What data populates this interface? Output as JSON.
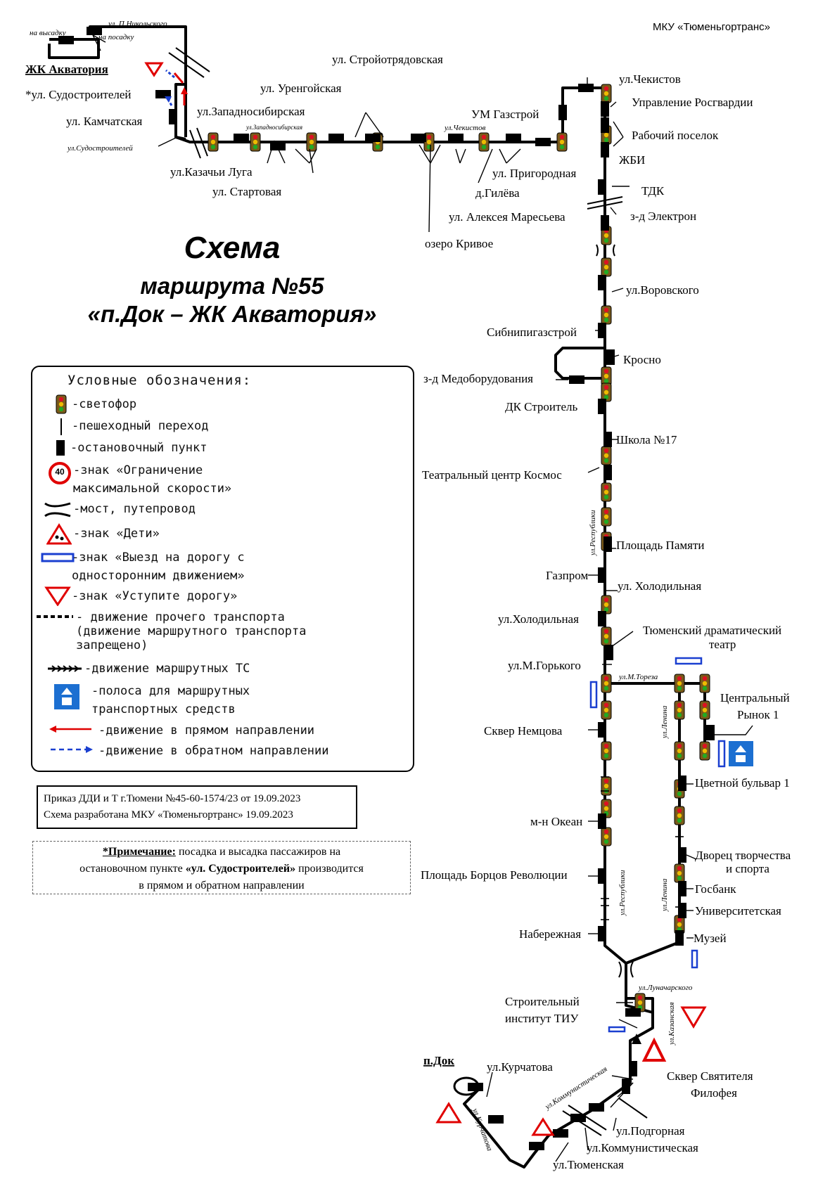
{
  "agency": "МКУ «Тюменьгортранс»",
  "title": {
    "line1": "Схема",
    "line2": "маршрута №55",
    "line3": "«п.Док – ЖК Акватория»"
  },
  "legend": {
    "heading": "Условные обозначения:",
    "items": [
      "-светофор",
      "-пешеходный переход",
      "-остановочный пункт",
      "-знак «Ограничение\nмаксимальной скорости»",
      "-мост, путепровод",
      "-знак «Дети»",
      "-знак «Выезд на дорогу с\nодносторонним движением»",
      "-знак «Уступите дорогу»",
      "- движение прочего транспорта\n(движение маршрутного транспорта\nзапрещено)",
      "-движение маршрутных ТС",
      "-полоса для маршрутных\nтранспортных средств",
      "-движение в прямом направлении",
      "-движение в обратном направлении"
    ],
    "speed_sign": "40"
  },
  "order": {
    "line1": "Приказ ДДИ и Т г.Тюмени №45-60-1574/23 от 19.09.2023",
    "line2": "Схема разработана МКУ «Тюменьгортранс» 19.09.2023"
  },
  "note": {
    "label": "*Примечание:",
    "text1": " посадка и высадка пассажиров на",
    "text2a": "остановочном пункте  ",
    "text2b": "«ул. Судостроителей»",
    "text2c": " производится",
    "text3": "в прямом и обратном направлении"
  },
  "top_left": {
    "terminal": "ЖК Акватория",
    "na_vysadku": "на высадку",
    "na_posadku": "на посадку",
    "nikolskogo": "ул. П.Никольского",
    "sudostroiteley_stop": "*ул. Судостроителей",
    "kamchatskaya": "ул. Камчатская",
    "sudostroiteley_street": "ул.Судостроителей"
  },
  "top_row": {
    "stroyotryadovskaya": "ул. Стройотрядовская",
    "urengoyskaya": "ул. Уренгойская",
    "zapadnosibirskaya": "ул.Западносибирская",
    "zapadnosibirskaya_street": "ул.Западносибирская",
    "chekistov_street": "ул.Чекистов",
    "um_gazstroy": "УМ Газстрой",
    "kazachi_lugi": "ул.Казачьи Луга",
    "startovaya": "ул. Стартовая",
    "gileva": "д.Гилёва",
    "prigorodnaya": "ул. Пригородная",
    "maresyeva": "ул. Алексея Маресьева",
    "krivoe": "озеро Кривое"
  },
  "right_column": {
    "chekistov": "ул.Чекистов",
    "rosgvardiya": "Управление Росгвардии",
    "rabochiy": "Рабочий поселок",
    "zhbi": "ЖБИ",
    "tdk": "ТДК",
    "elektron": "з-д Электрон",
    "vorovskogo": "ул.Воровского",
    "sibnipigazstroy": "Сибнипигазстрой",
    "krosno": "Кросно",
    "medoborud": "з-д Медоборудования",
    "dk_stroitel": "ДК Строитель",
    "shkola17": "Школа №17",
    "kosmos": "Театральный центр Космос",
    "respubliki1": "ул.Республики",
    "pamyati": "Площадь Памяти",
    "gazprom": "Газпром",
    "holodilnaya_r": "ул. Холодильная",
    "holodilnaya_l": "ул.Холодильная",
    "drama1": "Тюменский драматический",
    "drama2": "театр",
    "gorkogo": "ул.М.Горького",
    "toreza": "ул.М.Тореза",
    "rynok1": "Центральный",
    "rynok2": "Рынок 1",
    "nemtsova": "Сквер Немцова",
    "lenina1": "ул.Ленина",
    "tsvetnoy": "Цветной бульвар 1",
    "okean": "м-н Океан",
    "dvorets1": "Дворец творчества",
    "dvorets2": "и спорта",
    "borcov": "Площадь Борцов Революции",
    "respubliki2": "ул.Республики",
    "lenina2": "ул.Ленина",
    "gosbank": "Госбанк",
    "universitet": "Университетская",
    "naberezhnaya": "Набережная",
    "muzey": "Музей"
  },
  "bottom": {
    "lunacharskogo": "ул.Луначарского",
    "tiu1": "Строительный",
    "tiu2": "институт ТИУ",
    "kazanskaya": "ул.Казанская",
    "dok": "п.Док",
    "kurchatova": "ул.Курчатова",
    "kurchatova_street": "ул.Курчатова",
    "kommunisticheskaya_street": "ул.Коммунистическая",
    "filofeya1": "Сквер Святителя",
    "filofeya2": "Филофея",
    "podgornaya": "ул.Подгорная",
    "kommunisticheskaya": "ул.Коммунистическая",
    "tyumenskaya": "ул.Тюменская"
  },
  "colors": {
    "route": "#000000",
    "forward_arrow": "#e00000",
    "reverse_arrow": "#1a3fd0",
    "sign_red": "#e00000",
    "bus_lane_blue": "#1c6fd1"
  }
}
